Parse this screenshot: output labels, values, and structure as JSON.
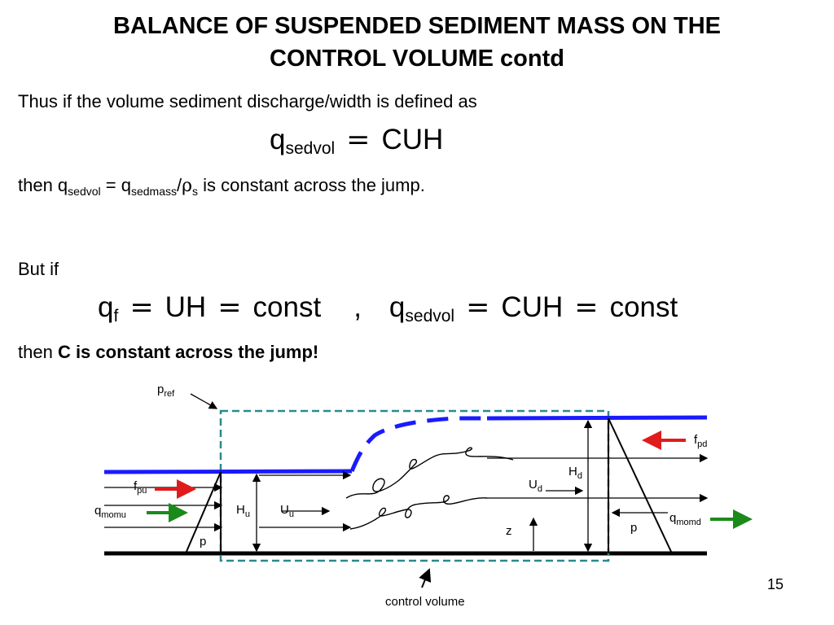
{
  "slide": {
    "title": "BALANCE OF SUSPENDED SEDIMENT MASS ON THE\nCONTROL VOLUME contd",
    "line1": "Thus if the volume sediment discharge/width is defined as",
    "eq1": {
      "lhs": "q",
      "lhs_sub": "sedvol",
      "op": "=",
      "rhs": "CUH"
    },
    "line2": {
      "prefix": "then q",
      "sub1": "sedvol",
      "mid": " = q",
      "sub2": "sedmass",
      "slash": "/",
      "rho": "ρ",
      "sub3": "s",
      "suffix": " is constant across the jump."
    },
    "line3": "But if",
    "eq2": {
      "q1": "q",
      "q1_sub": "f",
      "eqA": "=",
      "uh": "UH",
      "eqB": "=",
      "const1": "const",
      "comma": ",",
      "q2": "q",
      "q2_sub": "sedvol",
      "eqC": "=",
      "cuh": "CUH",
      "eqD": "=",
      "const2": "const"
    },
    "line4": {
      "prefix": "then ",
      "bold": "C is constant across the jump!"
    },
    "page_number": "15"
  },
  "diagram": {
    "labels": {
      "pref": "p",
      "pref_sub": "ref",
      "fpd": "f",
      "fpd_sub": "pd",
      "fpu": "f",
      "fpu_sub": "pu",
      "qmomu": "q",
      "qmomu_sub": "momu",
      "qmomd": "q",
      "qmomd_sub": "momd",
      "hu": "H",
      "hu_sub": "u",
      "uu": "U",
      "uu_sub": "u",
      "ud": "U",
      "ud_sub": "d",
      "hd": "H",
      "hd_sub": "d",
      "z": "z",
      "p_left": "p",
      "p_right": "p",
      "control_volume": "control volume"
    },
    "colors": {
      "water_surface": "#1a1aff",
      "force_arrow": "#e01b1b",
      "momentum_arrow": "#1a8a1a",
      "control_volume": "#2a8a8a"
    }
  }
}
